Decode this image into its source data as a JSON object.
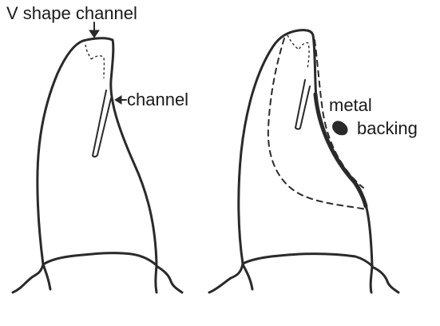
{
  "labels": {
    "v_shape_channel": "V shape channel",
    "channel": "channel",
    "metal": "metal",
    "backing": "backing"
  },
  "colors": {
    "ink": "#2a2a2a",
    "background": "#ffffff"
  }
}
